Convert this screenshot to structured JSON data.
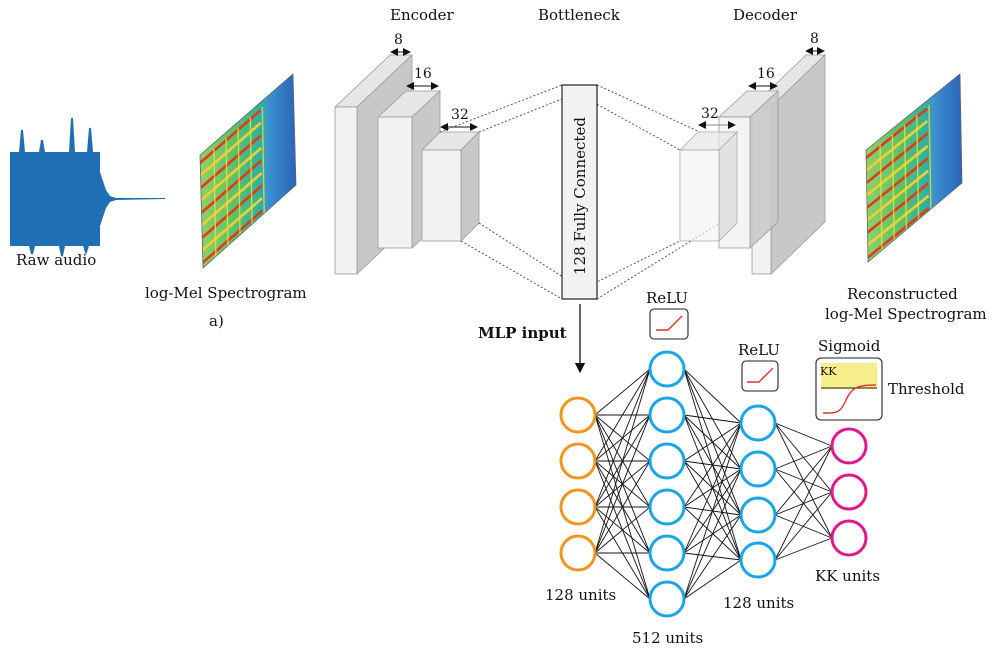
{
  "labels": {
    "encoder": "Encoder",
    "bottleneck": "Bottleneck",
    "decoder": "Decoder",
    "raw_audio": "Raw audio",
    "logmel": "log-Mel Spectrogram",
    "panel": "a)",
    "recon_line1": "Reconstructed",
    "recon_line2": "log-Mel Spectrogram",
    "fc": "128 Fully Connected",
    "mlp_input": "MLP input",
    "relu1": "ReLU",
    "relu2": "ReLU",
    "sigmoid": "Sigmoid",
    "kk_box": "KK",
    "threshold": "Threshold",
    "enc_dims": [
      "8",
      "16",
      "32"
    ],
    "dec_dims": [
      "32",
      "16",
      "8"
    ]
  },
  "mlp": {
    "layers": [
      {
        "units": 4,
        "label": "128 units",
        "color": "#f0961e"
      },
      {
        "units": 6,
        "label": "512 units",
        "color": "#1aa6e4"
      },
      {
        "units": 4,
        "label": "128 units",
        "color": "#1aa6e4"
      },
      {
        "units": 3,
        "label": "KK units",
        "color": "#e0188c"
      }
    ]
  },
  "colors": {
    "audio": "#1f6fb4",
    "relu_curve": "#e03030",
    "sigmoid_fill": "#f6ee8a",
    "block_fill": "#f2f2f2",
    "block_side": "#c8c8c8"
  }
}
